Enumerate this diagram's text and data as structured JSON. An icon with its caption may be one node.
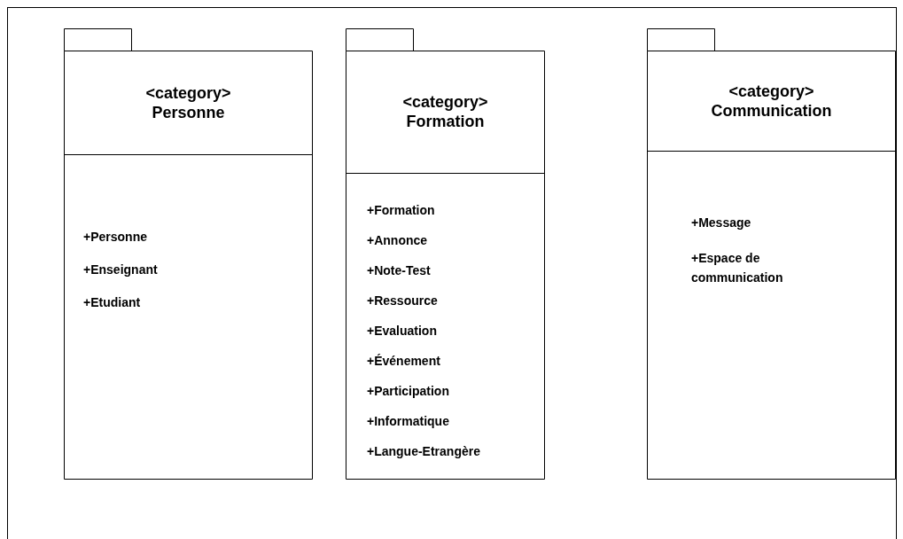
{
  "diagram": {
    "nodes": [
      {
        "text": [
          "<category>",
          "Personne",
          "+Personne",
          "+Enseignant",
          "+Etudiant"
        ]
      },
      {
        "text": [
          "<category>",
          "Formation",
          "+Formation",
          "+Annonce",
          "+Note-Test",
          "+Ressource",
          "+Evaluation",
          "+Événement",
          "+Participation",
          "+Informatique",
          "+Langue-Etrangère"
        ]
      },
      {
        "text": [
          "<category>",
          "Communication",
          "+Message",
          "+Espace de communication"
        ]
      }
    ]
  }
}
